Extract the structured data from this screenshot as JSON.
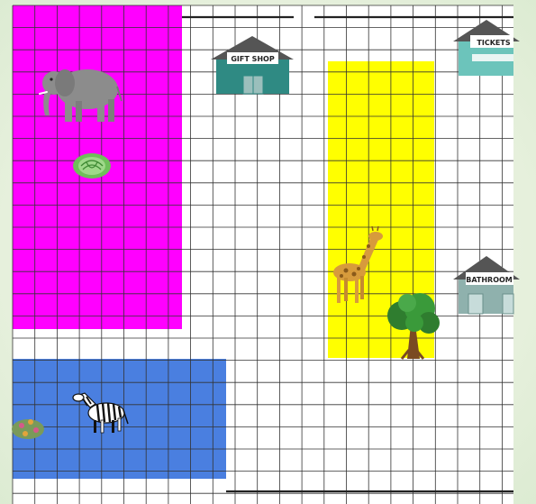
{
  "map": {
    "zones": [
      {
        "name": "elephant-zone",
        "color": "#ff00ff"
      },
      {
        "name": "giraffe-zone",
        "color": "#ffff00"
      },
      {
        "name": "zebra-zone",
        "color": "#4a7fe0"
      }
    ],
    "buildings": {
      "gift_shop": {
        "label": "GIFT SHOP",
        "color": "#2f8a83"
      },
      "tickets": {
        "label": "TICKETS",
        "color": "#6cc4bb"
      },
      "bathroom": {
        "label": "BATHROOM",
        "color": "#8fb1ad"
      }
    },
    "animals": [
      "elephant",
      "zebra",
      "giraffe"
    ],
    "plants": [
      "cabbage",
      "tree",
      "bush"
    ],
    "colors": {
      "grid_line": "#333333",
      "background": "#ffffff",
      "margin": "#e8f2de"
    }
  }
}
